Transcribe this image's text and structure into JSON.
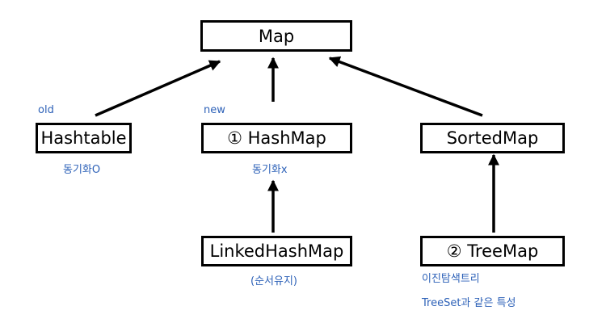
{
  "nodes": {
    "map": "Map",
    "hashtable": "Hashtable",
    "hashmap": "① HashMap",
    "sortedmap": "SortedMap",
    "linkedhashmap": "LinkedHashMap",
    "treemap": "② TreeMap"
  },
  "notes": {
    "old": "old",
    "new": "new",
    "hashtable_sync": "동기화O",
    "hashmap_sync": "동기화x",
    "linked_order": "(순서유지)",
    "treemap_bst": "이진탐색트리",
    "treemap_treeset": "TreeSet과 같은 특성"
  },
  "colors": {
    "note_text": "#2e62b8",
    "box_border": "#000000"
  }
}
